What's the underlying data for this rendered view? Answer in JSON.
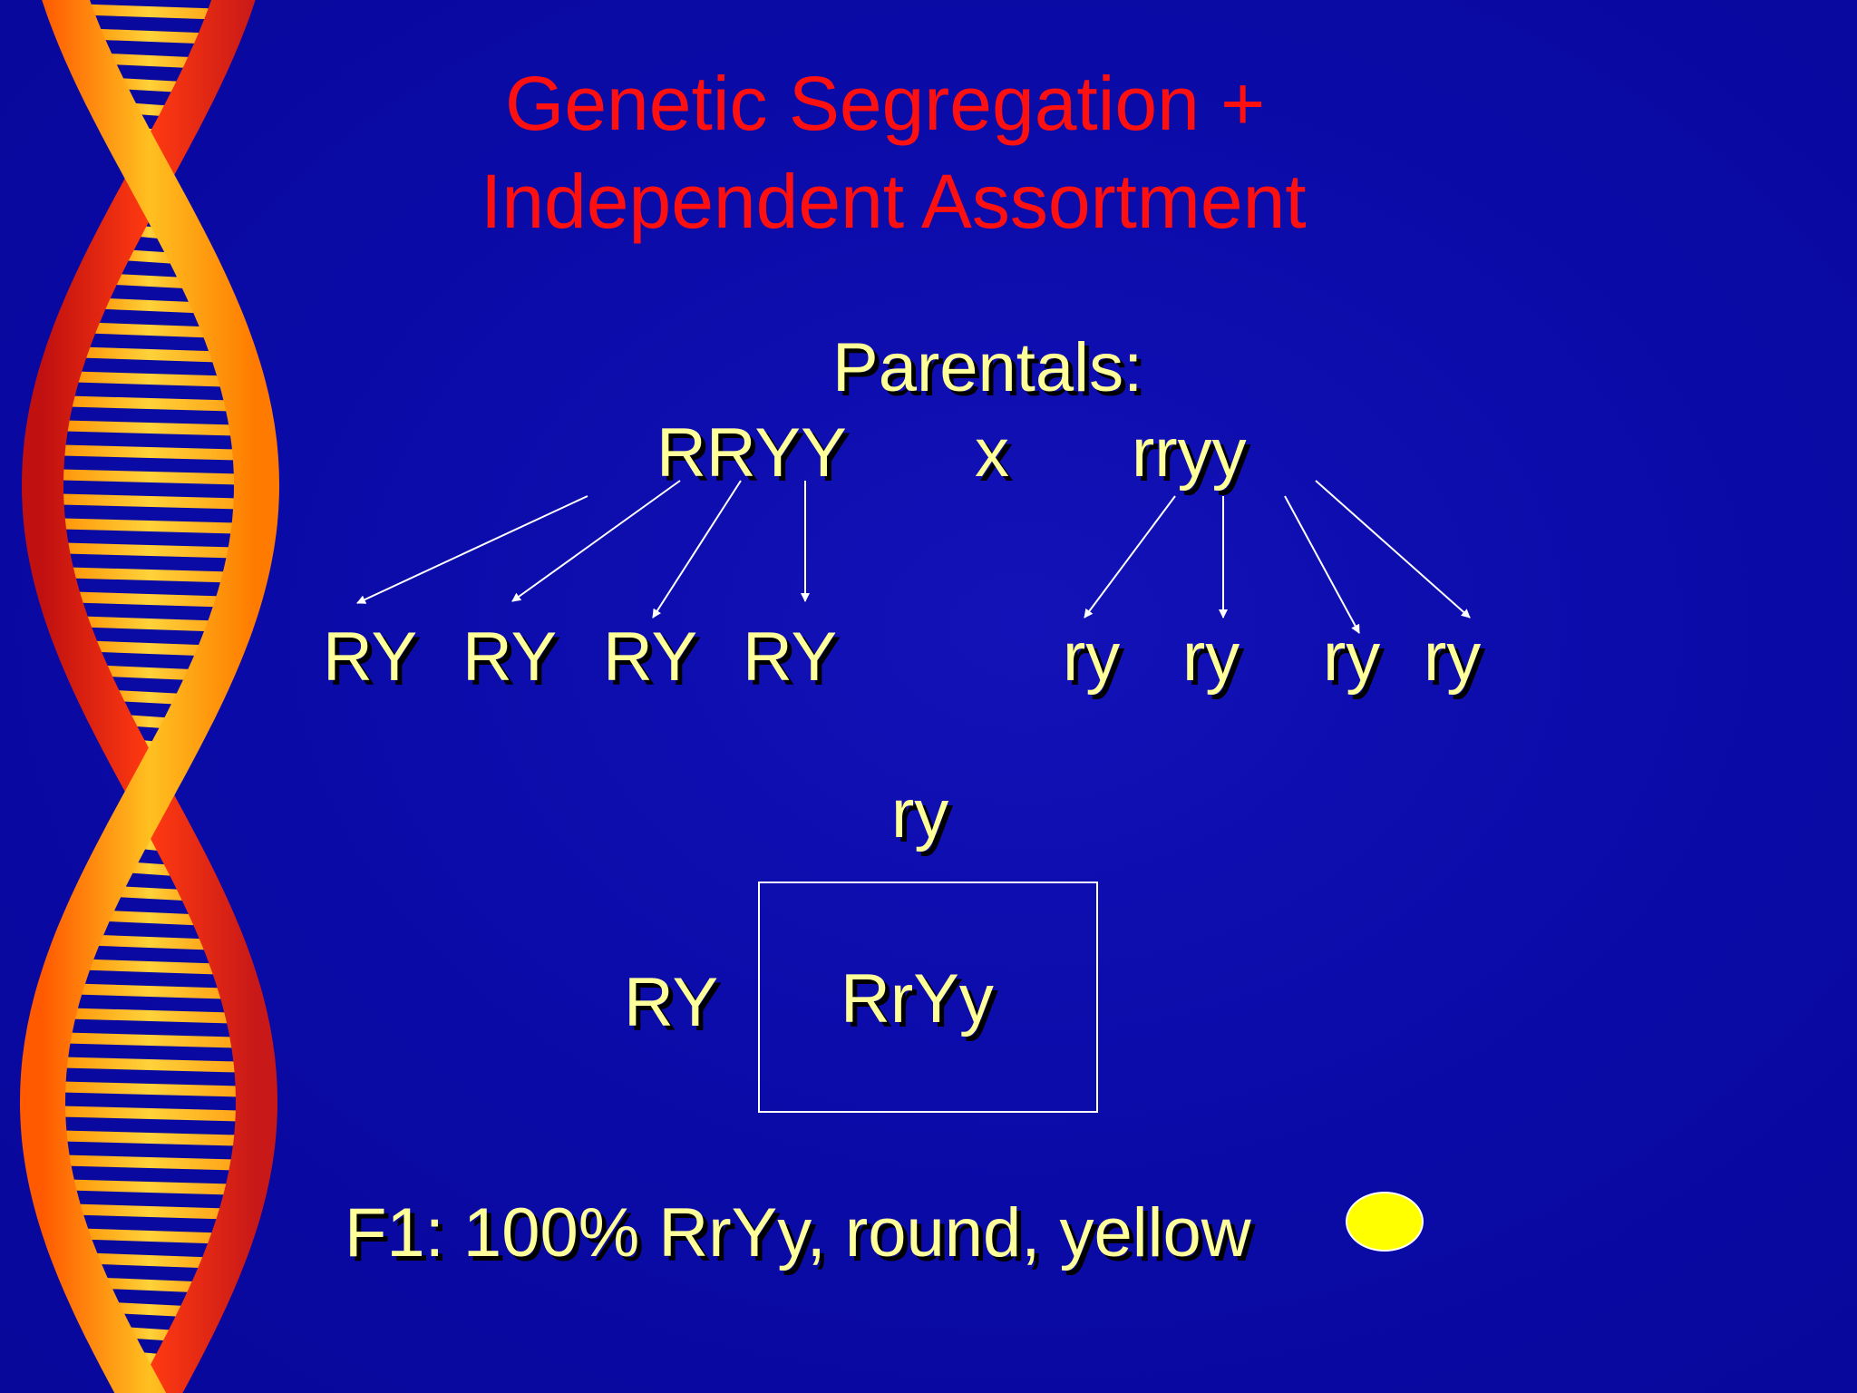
{
  "slide": {
    "title_line1": "Genetic Segregation +",
    "title_line2": "Independent Assortment",
    "parentals_label": "Parentals:",
    "parent1_genotype": "RRYY",
    "cross_symbol": "x",
    "parent2_genotype": "rryy",
    "parent1_gametes": [
      "RY",
      "RY",
      "RY",
      "RY"
    ],
    "parent2_gametes": [
      "ry",
      "ry",
      "ry",
      "ry"
    ],
    "punnett": {
      "column_header": "ry",
      "row_header": "RY",
      "cell": "RrYy"
    },
    "f1_result": "F1: 100% RrYy, round, yellow"
  },
  "colors": {
    "background": "#0a0aa8",
    "title": "#ff1010",
    "text": "#ffff99",
    "text_shadow": "#000000",
    "arrows": "#ffffff",
    "pea": "#ffff00"
  },
  "icons": {
    "dna": "dna-helix-icon",
    "pea": "yellow-pea-icon"
  }
}
